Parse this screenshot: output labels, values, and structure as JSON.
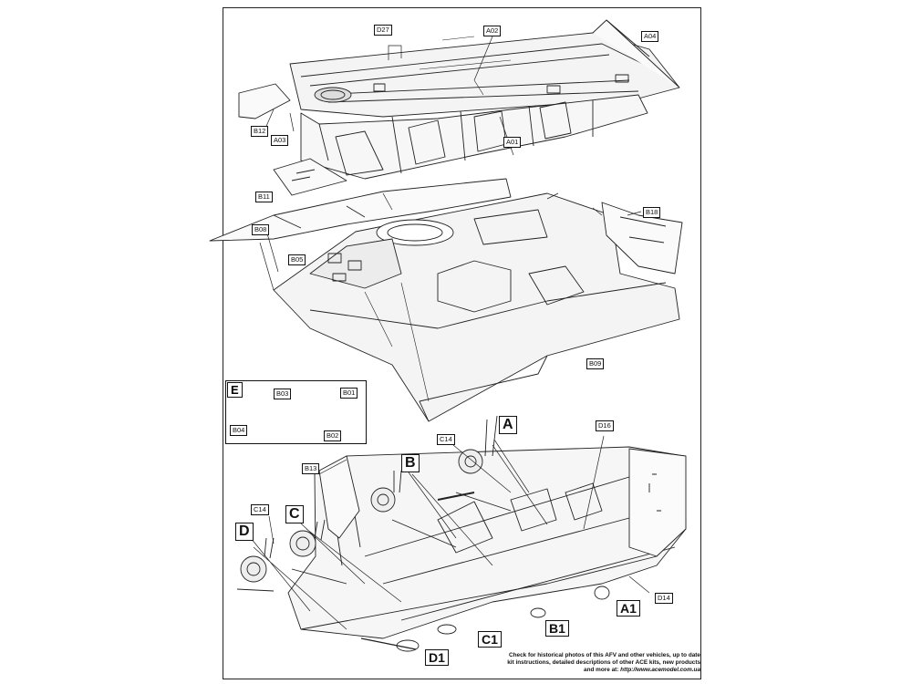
{
  "sheet": {
    "part_labels": {
      "d27": "D27",
      "a02": "A02",
      "a04": "A04",
      "b12": "B12",
      "a03": "A03",
      "a01": "A01",
      "b11": "B11",
      "b18": "B18",
      "b08": "B08",
      "b05": "B05",
      "b09": "B09",
      "c14_upper": "C14",
      "d16": "D16",
      "b13": "B13",
      "c14_lower": "C14",
      "d14": "D14"
    },
    "step_markers": {
      "a": "A",
      "b": "B",
      "c": "C",
      "d": "D"
    },
    "sub_markers": {
      "a1": "A1",
      "b1": "B1",
      "c1": "C1",
      "d1": "D1"
    }
  },
  "inset": {
    "key": "E",
    "labels": {
      "b03": "B03",
      "b01": "B01",
      "b04": "B04",
      "b02": "B02"
    }
  },
  "footer": {
    "line1": "Check for historical photos of this AFV and  other vehicles, up to date",
    "line2": "kit instructions, detailed descriptions of other ACE kits, new products",
    "line3_prefix": "and more at: ",
    "url": "http://www.acemodel.com.ua"
  }
}
